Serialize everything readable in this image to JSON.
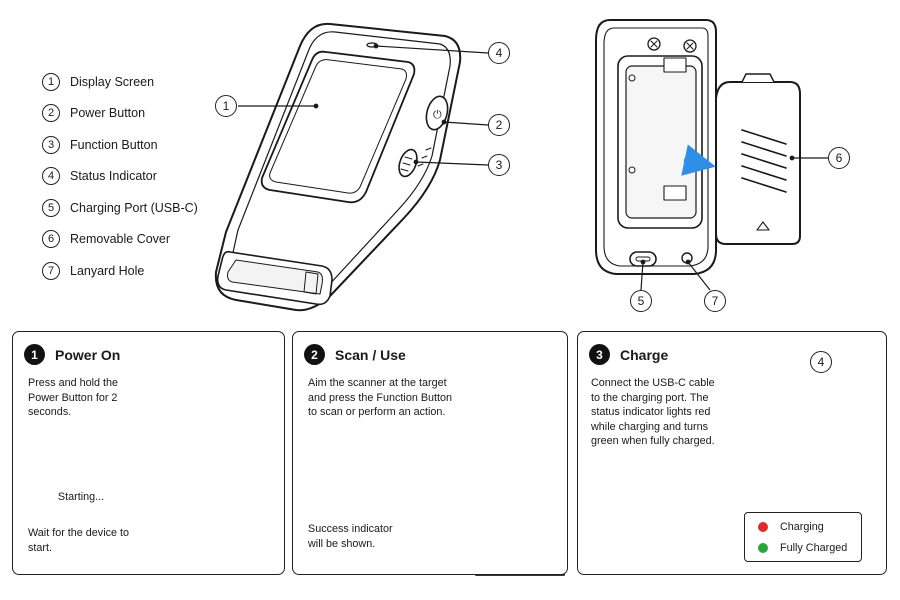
{
  "legend": [
    {
      "num": "1",
      "label": "Display Screen"
    },
    {
      "num": "2",
      "label": "Power Button"
    },
    {
      "num": "3",
      "label": "Function Button"
    },
    {
      "num": "4",
      "label": "Status Indicator"
    },
    {
      "num": "5",
      "label": "Charging Port (USB-C)"
    },
    {
      "num": "6",
      "label": "Removable Cover"
    },
    {
      "num": "7",
      "label": "Lanyard Hole"
    }
  ],
  "callouts": {
    "c1": "1",
    "c2": "2",
    "c3": "3",
    "c4": "4",
    "c5": "5",
    "c6": "6",
    "c7": "7",
    "c4b": "4"
  },
  "steps": {
    "power_on": {
      "num": "1",
      "title": "Power On",
      "text": "Press and hold the Power Button for 2 seconds.",
      "screen_text": "Starting...",
      "footer": "Wait for the device to start."
    },
    "scan_use": {
      "num": "2",
      "title": "Scan / Use",
      "text": "Aim the scanner at the target and press the Function Button to scan or perform an action.",
      "footer": "Success indicator will be shown."
    },
    "charge": {
      "num": "3",
      "title": "Charge",
      "text": "Connect the USB-C cable to the charging port. The status indicator lights red while charging and turns green when fully charged.",
      "status": [
        {
          "label": "Charging",
          "color": "#e02b2b"
        },
        {
          "label": "Fully Charged",
          "color": "#2ca63c"
        }
      ]
    }
  },
  "colors": {
    "accent": "#2f8fe6",
    "charging": "#e02b2b",
    "charged": "#2ca63c"
  }
}
